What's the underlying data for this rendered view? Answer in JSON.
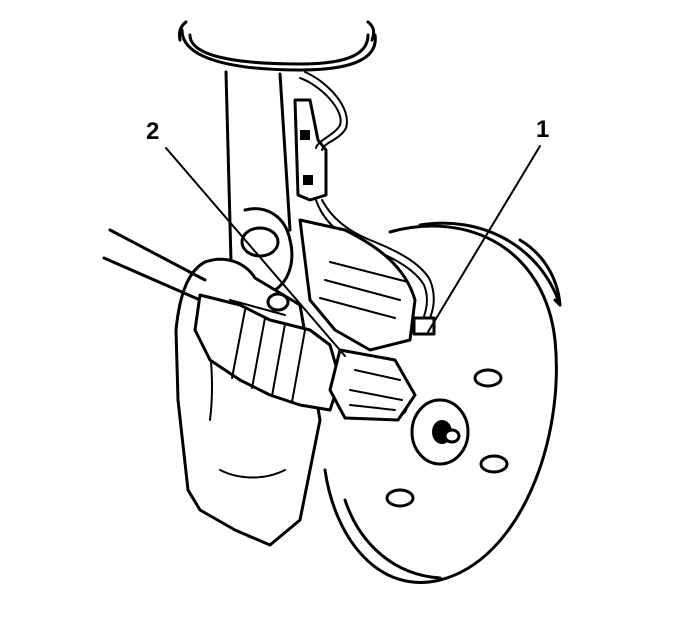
{
  "callouts": [
    {
      "id": "1",
      "label": "1"
    },
    {
      "id": "2",
      "label": "2"
    }
  ],
  "icons": {
    "strut": "strut-icon",
    "coil_spring": "coil-spring-icon",
    "brake_rotor": "brake-rotor-icon",
    "wheel_hub": "wheel-hub-icon",
    "caliper": "brake-caliper-icon",
    "drive_axle": "drive-axle-icon",
    "knuckle": "steering-knuckle-icon",
    "brake_line": "brake-line-icon"
  },
  "colors": {
    "ink": "#000000",
    "paper": "#ffffff"
  }
}
